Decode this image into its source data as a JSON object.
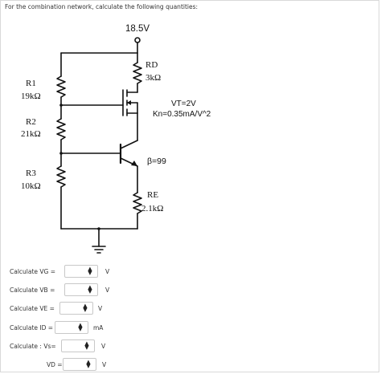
{
  "question": "For the combination network, calculate the following quantities:",
  "circuit": {
    "supply": "18.5V",
    "rd_name": "RD",
    "rd_value": "3kΩ",
    "r1_name": "R1",
    "r1_value": "19kΩ",
    "r2_name": "R2",
    "r2_value": "21kΩ",
    "r3_name": "R3",
    "r3_value": "10kΩ",
    "vt": "VT=2V",
    "kn": "Kn=0.35mA/V^2",
    "beta": "β=99",
    "re_name": "RE",
    "re_value": "2.1kΩ"
  },
  "answers": [
    {
      "label": "Calculate   VG =",
      "unit": "V"
    },
    {
      "label": "Calculate   VB   =",
      "unit": "V"
    },
    {
      "label": "Calculate VE =",
      "unit": "V"
    },
    {
      "label": "Calculate ID =",
      "unit": "mA"
    },
    {
      "label": "Calculate :  Vs=",
      "unit": "V"
    },
    {
      "label": "VD =",
      "unit": "V"
    }
  ]
}
